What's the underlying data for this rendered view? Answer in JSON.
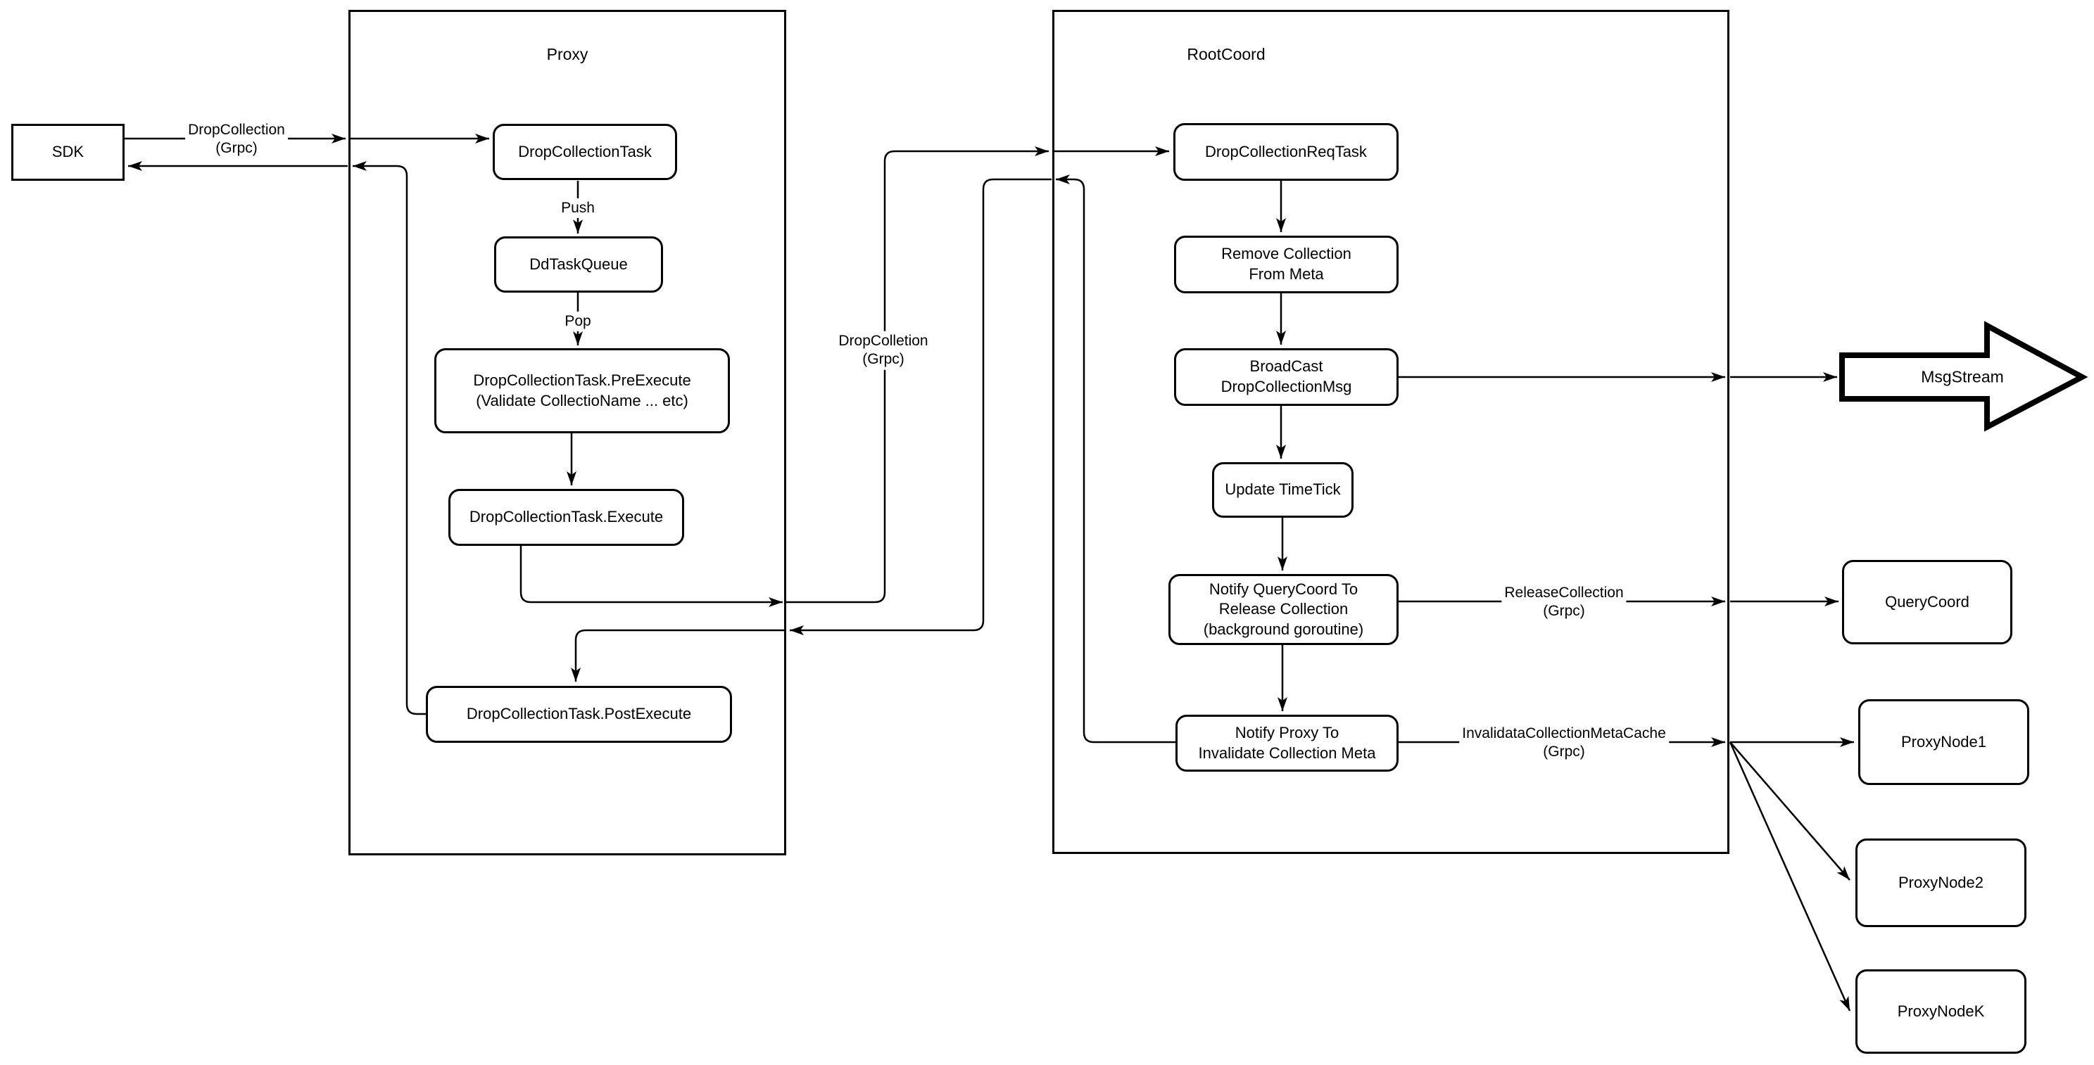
{
  "diagram": {
    "colors": {
      "stroke": "#000000",
      "fill": "#ffffff"
    },
    "containers": {
      "proxy": {
        "title": "Proxy"
      },
      "rootcoord": {
        "title": "RootCoord"
      }
    },
    "nodes": {
      "sdk": {
        "label": "SDK"
      },
      "drop_collection_task": {
        "label": "DropCollectionTask"
      },
      "dd_task_queue": {
        "label": "DdTaskQueue"
      },
      "pre_execute": {
        "label": [
          "DropCollectionTask.PreExecute",
          "(Validate CollectioName ... etc)"
        ]
      },
      "execute": {
        "label": "DropCollectionTask.Execute"
      },
      "post_execute": {
        "label": "DropCollectionTask.PostExecute"
      },
      "drop_collection_req_task": {
        "label": "DropCollectionReqTask"
      },
      "remove_collection_from_meta": {
        "label": [
          "Remove Collection",
          "From Meta"
        ]
      },
      "broadcast_drop_collection_msg": {
        "label": [
          "BroadCast",
          "DropCollectionMsg"
        ]
      },
      "update_timetick": {
        "label": "Update TimeTick"
      },
      "notify_querycoord": {
        "label": [
          "Notify QueryCoord To",
          "Release Collection",
          "(background goroutine)"
        ]
      },
      "notify_proxy": {
        "label": [
          "Notify Proxy To",
          "Invalidate Collection Meta"
        ]
      },
      "msgstream": {
        "label": "MsgStream"
      },
      "querycoord": {
        "label": "QueryCoord"
      },
      "proxynode1": {
        "label": "ProxyNode1"
      },
      "proxynode2": {
        "label": "ProxyNode2"
      },
      "proxynodek": {
        "label": "ProxyNodeK"
      }
    },
    "edge_labels": {
      "drop_collection_grpc_sdk": {
        "label": [
          "DropCollection",
          "(Grpc)"
        ]
      },
      "push": {
        "label": "Push"
      },
      "pop": {
        "label": "Pop"
      },
      "drop_colletion_grpc_mid": {
        "label": [
          "DropColletion",
          "(Grpc)"
        ]
      },
      "release_collection_grpc": {
        "label": [
          "ReleaseCollection",
          "(Grpc)"
        ]
      },
      "invalidata_collection_meta_cache_grpc": {
        "label": [
          "InvalidataCollectionMetaCache",
          "(Grpc)"
        ]
      }
    }
  }
}
